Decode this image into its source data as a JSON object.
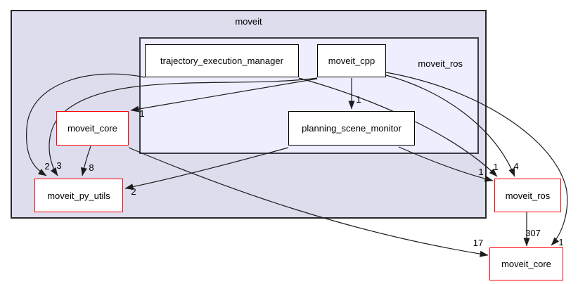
{
  "diagram": {
    "outer_cluster_label": "moveit",
    "inner_cluster_label": "moveit_ros",
    "nodes": {
      "trajectory_execution_manager": {
        "label": "trajectory_execution_manager",
        "type": "internal"
      },
      "moveit_cpp": {
        "label": "moveit_cpp",
        "type": "internal"
      },
      "planning_scene_monitor": {
        "label": "planning_scene_monitor",
        "type": "internal"
      },
      "moveit_core_internal": {
        "label": "moveit_core",
        "type": "external-red"
      },
      "moveit_py_utils": {
        "label": "moveit_py_utils",
        "type": "external-red"
      },
      "moveit_ros_external": {
        "label": "moveit_ros",
        "type": "external-red"
      },
      "moveit_core_external": {
        "label": "moveit_core",
        "type": "external-red"
      }
    },
    "edges": [
      {
        "from": "moveit_cpp",
        "to": "planning_scene_monitor",
        "label": "1"
      },
      {
        "from": "moveit_cpp",
        "to": "moveit_core_internal",
        "label": "1"
      },
      {
        "from": "trajectory_execution_manager",
        "to": "moveit_py_utils",
        "label": "2"
      },
      {
        "from": "moveit_cpp",
        "to": "moveit_py_utils",
        "label": "3"
      },
      {
        "from": "moveit_core_internal",
        "to": "moveit_py_utils",
        "label": "8"
      },
      {
        "from": "planning_scene_monitor",
        "to": "moveit_py_utils",
        "label": "2"
      },
      {
        "from": "planning_scene_monitor",
        "to": "moveit_ros_external",
        "label": "1"
      },
      {
        "from": "trajectory_execution_manager",
        "to": "moveit_ros_external",
        "label": "1"
      },
      {
        "from": "moveit_cpp",
        "to": "moveit_ros_external",
        "label": "4"
      },
      {
        "from": "moveit_cpp",
        "to": "moveit_core_external",
        "label": "1"
      },
      {
        "from": "moveit_core_internal",
        "to": "moveit_core_external",
        "label": "17"
      },
      {
        "from": "moveit_ros_external",
        "to": "moveit_core_external",
        "label": "307"
      }
    ],
    "colors": {
      "outer_cluster_fill": "#ddddee",
      "inner_cluster_fill": "#eeeeff",
      "internal_node_border": "#000000",
      "external_node_border": "#ff0000",
      "edge": "#1c1c1c"
    }
  }
}
